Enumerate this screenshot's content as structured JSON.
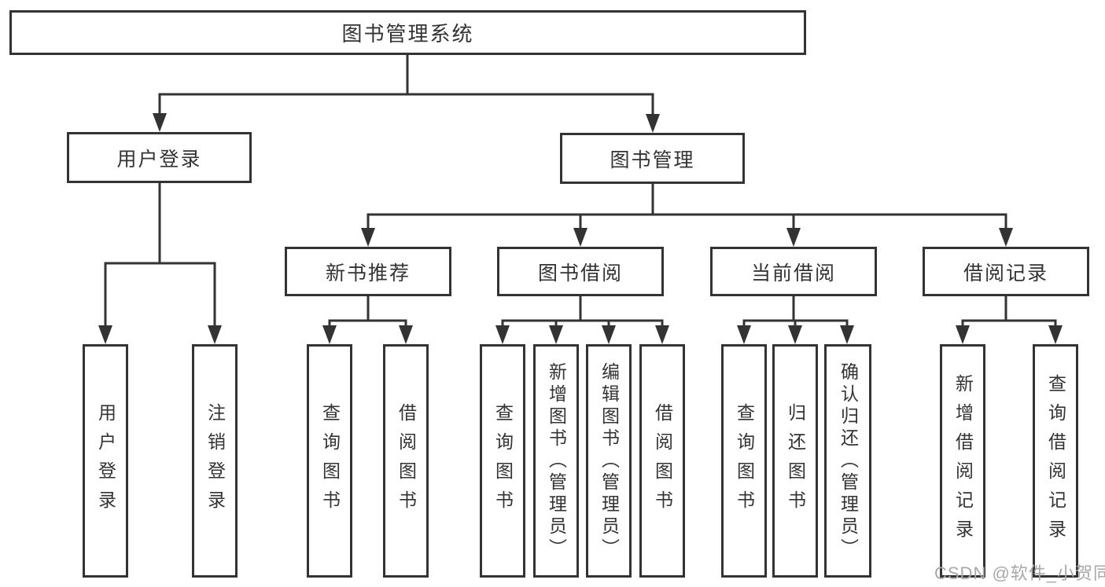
{
  "tree": {
    "label": "图书管理系统",
    "children": [
      {
        "label": "用户登录",
        "children": [
          {
            "label": "用户登录"
          },
          {
            "label": "注销登录"
          }
        ]
      },
      {
        "label": "图书管理",
        "children": [
          {
            "label": "新书推荐",
            "children": [
              {
                "label": "查询图书"
              },
              {
                "label": "借阅图书"
              }
            ]
          },
          {
            "label": "图书借阅",
            "children": [
              {
                "label": "查询图书"
              },
              {
                "label": "新增图书（管理员）"
              },
              {
                "label": "编辑图书（管理员）"
              },
              {
                "label": "借阅图书"
              }
            ]
          },
          {
            "label": "当前借阅",
            "children": [
              {
                "label": "查询图书"
              },
              {
                "label": "归还图书"
              },
              {
                "label": "确认归还（管理员）"
              }
            ]
          },
          {
            "label": "借阅记录",
            "children": [
              {
                "label": "新增借阅记录"
              },
              {
                "label": "查询借阅记录"
              }
            ]
          }
        ]
      }
    ]
  },
  "watermark": "CSDN @软件_小贺同学",
  "colors": {
    "line": "#333333",
    "text": "#333333",
    "box_background": "#ffffff",
    "watermark": "#a8a8a8",
    "page_background": "#ffffff"
  }
}
